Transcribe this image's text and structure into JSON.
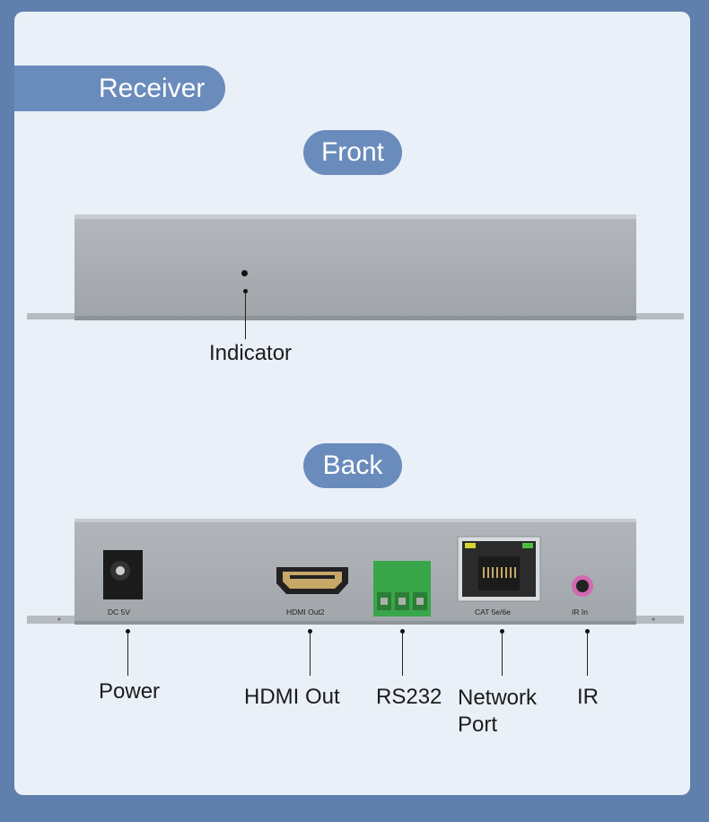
{
  "header": {
    "title": "Receiver"
  },
  "front": {
    "title": "Front",
    "callouts": {
      "indicator": "Indicator"
    }
  },
  "back": {
    "title": "Back",
    "port_printed_labels": {
      "dc": "DC 5V",
      "hdmi": "HDMI Out2",
      "cat": "CAT 5e/6e",
      "ir": "IR In"
    },
    "callouts": {
      "power": "Power",
      "hdmi_out": "HDMI Out",
      "rs232": "RS232",
      "network_line1": "Network",
      "network_line2": "Port",
      "ir": "IR"
    }
  },
  "colors": {
    "page_bg": "#5f7fac",
    "card_bg": "#eaf0f8",
    "accent": "#6a8cbc",
    "device_gray": "#a4a9ae",
    "terminal_green": "#3aa64a",
    "ir_jack_pink": "#d16ab2"
  }
}
